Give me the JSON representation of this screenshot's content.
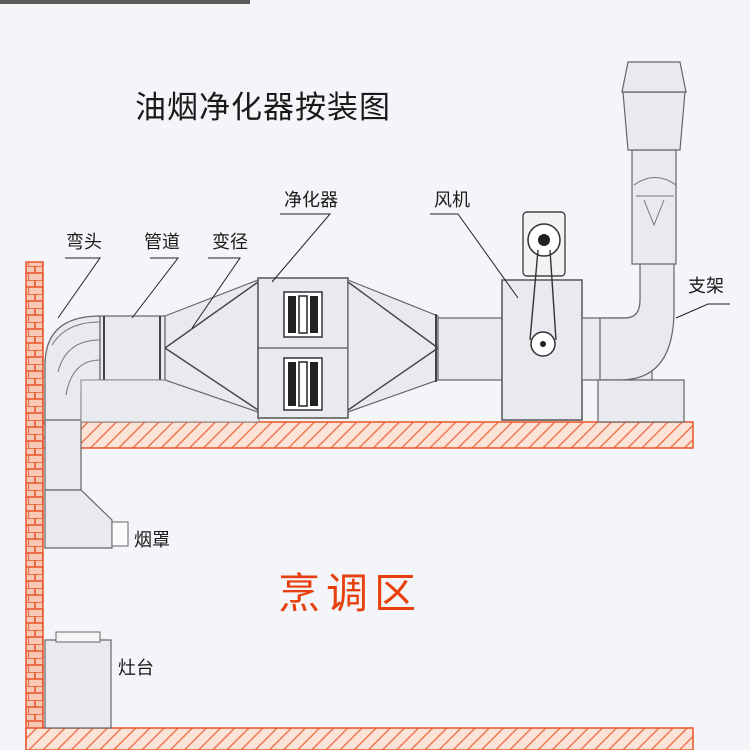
{
  "title": "油烟净化器按装图",
  "labels": {
    "elbow": "弯头",
    "pipe": "管道",
    "reducer": "变径",
    "purifier": "净化器",
    "fan": "风机",
    "bracket": "支架",
    "hood": "烟罩",
    "stove": "灶台"
  },
  "zone_label": "烹调区",
  "colors": {
    "brick": "#e8542a",
    "hatch": "#f08a6a",
    "equipment": "#e9eaf0",
    "outline": "#555555",
    "zone_text": "#e8400c"
  }
}
